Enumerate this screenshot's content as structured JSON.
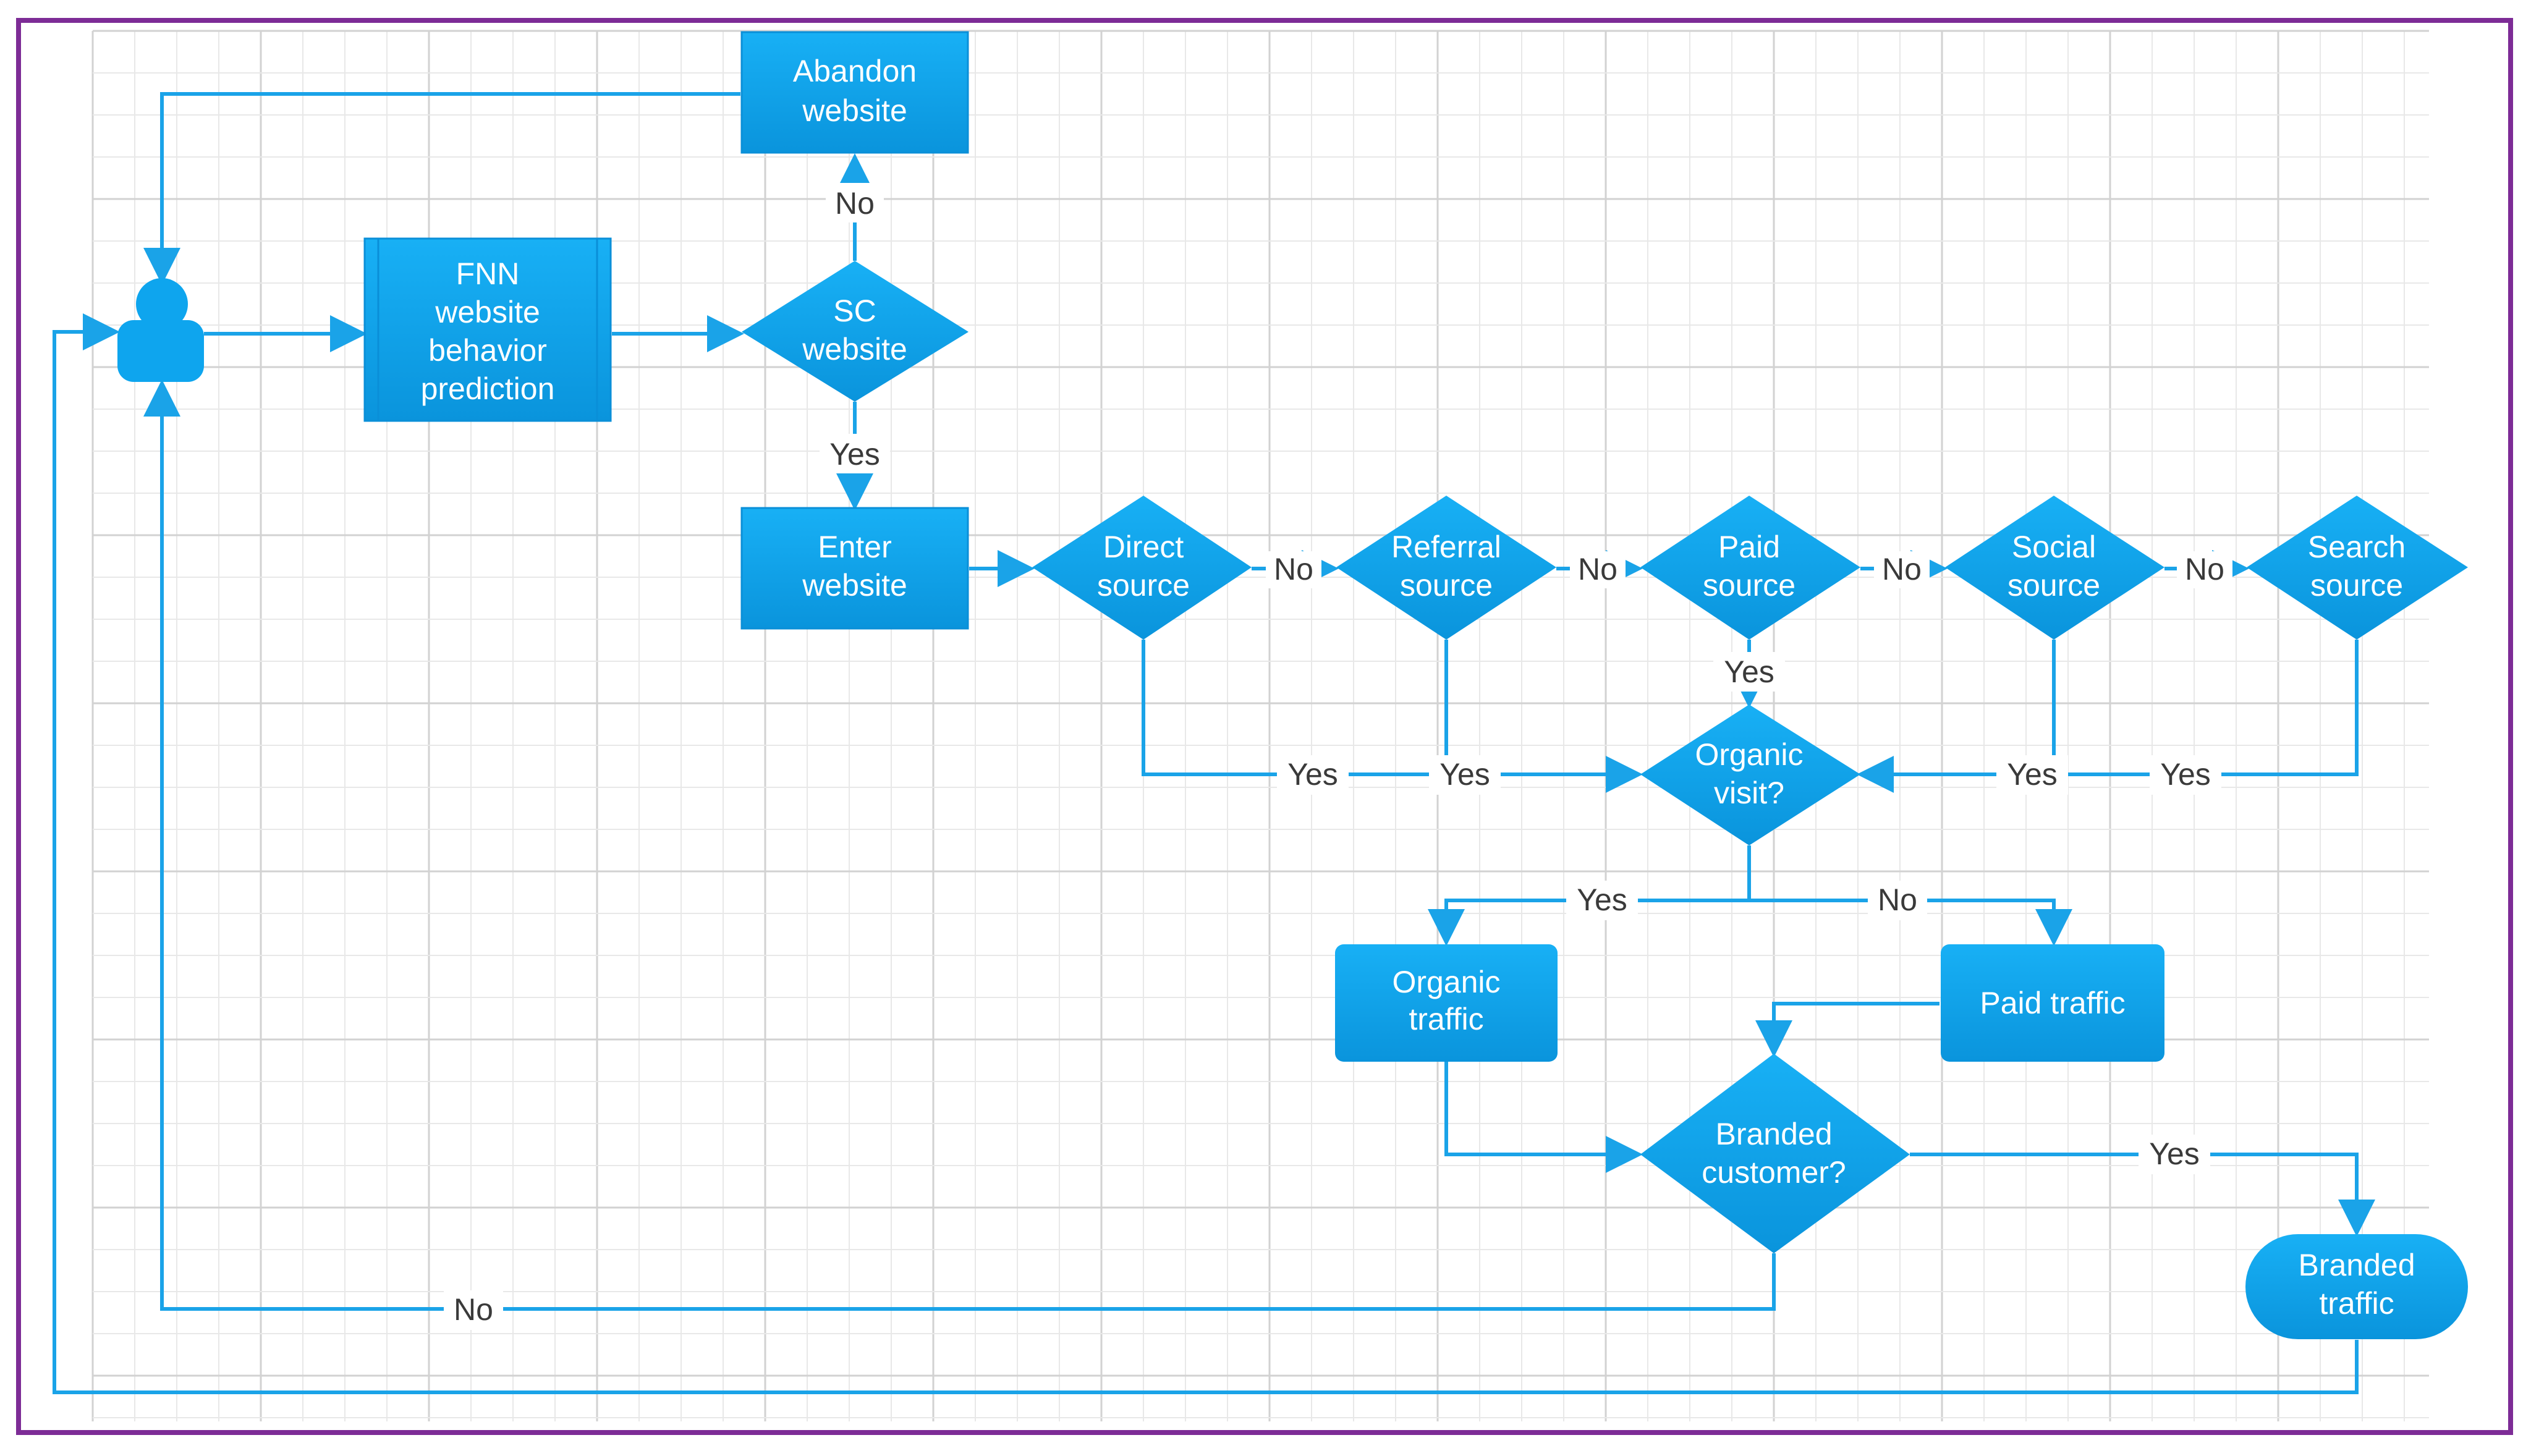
{
  "colors": {
    "frame": "#7d2c96",
    "grid": "#e2e2e2",
    "node_fill": "#0ea5ee",
    "node_fill_dark": "#0a8fd8",
    "edge": "#1aa3e8",
    "label": "#3a3a3a"
  },
  "nodes": {
    "abandon": [
      "Abandon",
      "website"
    ],
    "fnn": [
      "FNN",
      "website",
      "behavior",
      "prediction"
    ],
    "sc": [
      "SC",
      "website"
    ],
    "enter": [
      "Enter",
      "website"
    ],
    "direct": [
      "Direct",
      "source"
    ],
    "referral": [
      "Referral",
      "source"
    ],
    "paid": [
      "Paid",
      "source"
    ],
    "social": [
      "Social",
      "source"
    ],
    "search": [
      "Search",
      "source"
    ],
    "organic_visit": [
      "Organic",
      "visit?"
    ],
    "organic_traffic": [
      "Organic",
      "traffic"
    ],
    "paid_traffic": [
      "Paid traffic"
    ],
    "branded_customer": [
      "Branded",
      "customer?"
    ],
    "branded_traffic": [
      "Branded",
      "traffic"
    ]
  },
  "user_icon": "user-icon",
  "edge_labels": {
    "sc_no": "No",
    "sc_yes": "Yes",
    "direct_no": "No",
    "referral_no": "No",
    "paid_no": "No",
    "social_no": "No",
    "paid_yes": "Yes",
    "direct_yes": "Yes",
    "referral_yes": "Yes",
    "social_yes": "Yes",
    "search_yes": "Yes",
    "organic_yes": "Yes",
    "organic_no": "No",
    "branded_yes": "Yes",
    "branded_no": "No"
  }
}
